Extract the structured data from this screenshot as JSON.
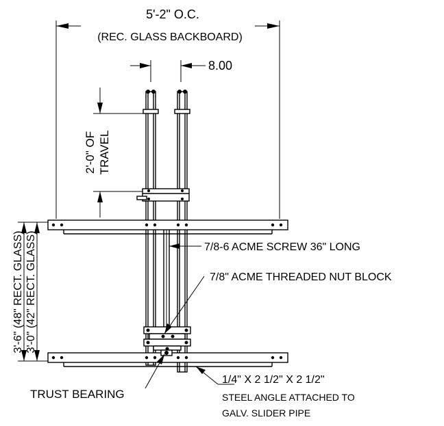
{
  "dimensions": {
    "overall_width": "5'-2\" O.C.",
    "overall_width_note": "(REC. GLASS BACKBOARD)",
    "pipe_spacing": "8.00",
    "travel_line1": "2'-0\" OF",
    "travel_line2": "TRAVEL",
    "height_48": "3'-6\" (48\" RECT. GLASS)",
    "height_42": "3'-0\" (42\" RECT. GLASS)"
  },
  "callouts": {
    "acme_screw": "7/8-6 ACME SCREW 36\" LONG",
    "nut_block": "7/8\" ACME THREADED NUT BLOCK",
    "thrust_bearing": "TRUST BEARING",
    "angle_line1": "1/4\" X 2 1/2\" X 2 1/2\"",
    "angle_line2": "STEEL ANGLE ATTACHED TO",
    "angle_line3": "GALV. SLIDER PIPE"
  }
}
